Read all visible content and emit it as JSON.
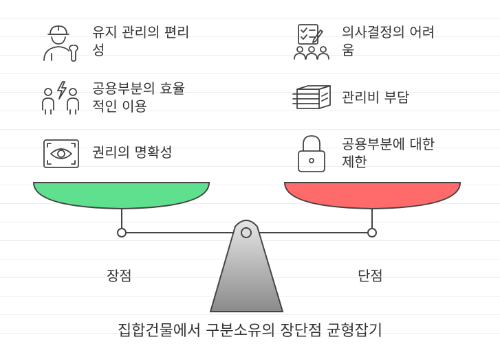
{
  "title": "집합건물에서 구분소유의 장단점 균형잡기",
  "advantages": {
    "label": "장점",
    "color": "#5fe08f",
    "items": [
      {
        "text_line1": "유지 관리의 편리",
        "text_line2": "성",
        "icon": "worker-wrench-icon"
      },
      {
        "text_line1": "공용부분의 효율",
        "text_line2": "적인 이용",
        "icon": "people-energy-icon"
      },
      {
        "text_line1": "권리의 명확성",
        "text_line2": "",
        "icon": "eye-frame-icon"
      }
    ]
  },
  "disadvantages": {
    "label": "단점",
    "color": "#ff6b6b",
    "items": [
      {
        "text_line1": "의사결정의 어려",
        "text_line2": "움",
        "icon": "checklist-group-icon"
      },
      {
        "text_line1": "관리비 부담",
        "text_line2": "",
        "icon": "money-stack-icon"
      },
      {
        "text_line1": "공용부분에 대한",
        "text_line2": "제한",
        "icon": "padlock-icon"
      }
    ]
  }
}
